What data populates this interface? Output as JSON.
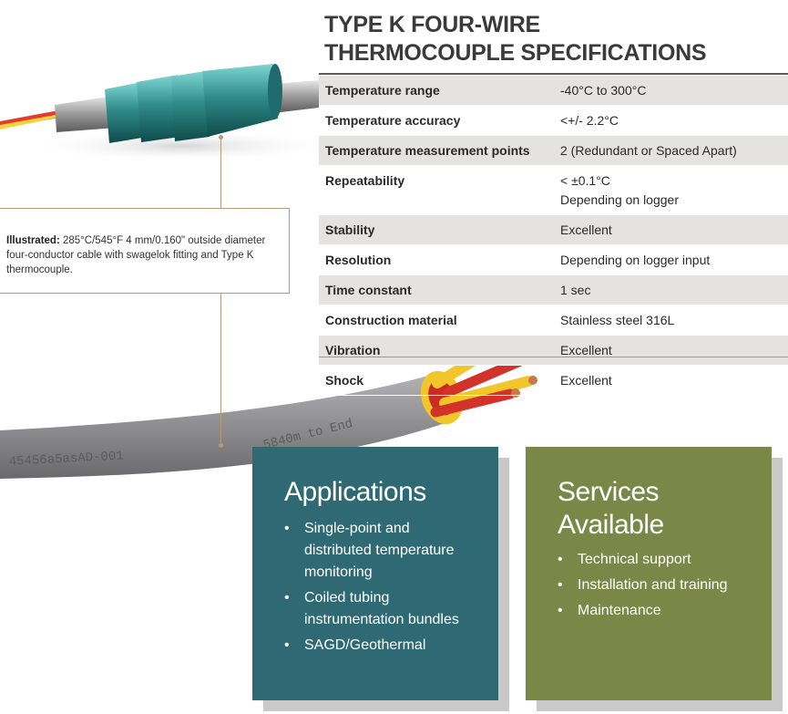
{
  "title": {
    "line1": "TYPE K FOUR-WIRE",
    "line2": "THERMOCOUPLE SPECIFICATIONS"
  },
  "specs": [
    {
      "label": "Temperature range",
      "value": "-40°C to 300°C",
      "shaded": true
    },
    {
      "label": "Temperature accuracy",
      "value": "<+/- 2.2°C",
      "shaded": false
    },
    {
      "label": "Temperature measurement points",
      "value": "2 (Redundant or Spaced Apart)",
      "shaded": true
    },
    {
      "label": "Repeatability",
      "value": "< ±0.1°C",
      "value2": "Depending on logger",
      "shaded": false
    },
    {
      "label": "Stability",
      "value": "Excellent",
      "shaded": true
    },
    {
      "label": "Resolution",
      "value": "Depending on logger input",
      "shaded": false
    },
    {
      "label": "Time constant",
      "value": "1 sec",
      "shaded": true
    },
    {
      "label": "Construction material",
      "value": "Stainless steel 316L",
      "shaded": false
    },
    {
      "label": "Vibration",
      "value": "Excellent",
      "shaded": true
    },
    {
      "label": "Shock",
      "value": "Excellent",
      "shaded": false
    }
  ],
  "callout": {
    "bold": "Illustrated:",
    "text": " 285°C/545°F 4 mm/0.160\" outside diameter four-conductor cable with swagelok fitting and Type K thermocouple."
  },
  "cable_print": {
    "left": "45456a5asAD-001",
    "right": "5840m to End"
  },
  "applications": {
    "title": "Applications",
    "bullet": "•",
    "items": [
      "Single-point and distributed temperature monitoring",
      "Coiled tubing instrumentation bundles",
      "SAGD/Geothermal"
    ]
  },
  "services": {
    "title_line1": "Services",
    "title_line2": "Available",
    "bullet": "•",
    "items": [
      "Technical support",
      "Installation and training",
      "Maintenance"
    ]
  },
  "colors": {
    "applications_bg": "#2f6a74",
    "services_bg": "#7b8746",
    "fitting": "#2f8c8a",
    "cable": "#8d8d8f",
    "callout_line": "#b79a7a"
  }
}
